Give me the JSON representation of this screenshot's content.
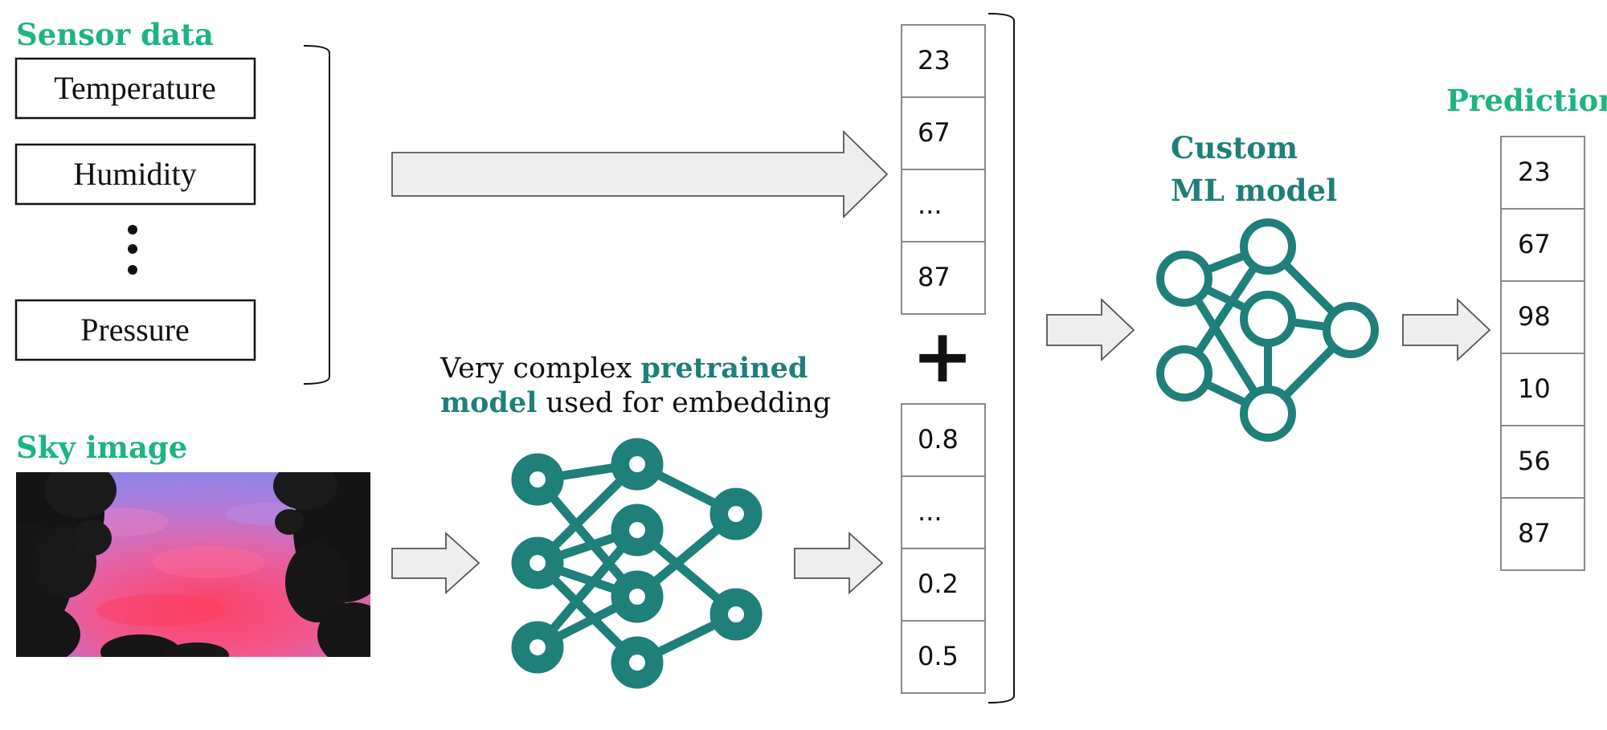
{
  "sensor_section": {
    "title": "Sensor data",
    "items": [
      "Temperature",
      "Humidity",
      "Pressure"
    ]
  },
  "sky_section": {
    "title": "Sky image"
  },
  "pretrained": {
    "caption_line1_plain": "Very complex ",
    "caption_line1_bold": "pretrained",
    "caption_line2_bold": "model",
    "caption_line2_plain": " used for embedding"
  },
  "sensor_vector": [
    "23",
    "67",
    "...",
    "87"
  ],
  "plus_symbol": "+",
  "embedding_vector": [
    "0.8",
    "...",
    "0.2",
    "0.5"
  ],
  "custom_model": {
    "line1": "Custom",
    "line2": "ML model"
  },
  "predictions": {
    "title": "Predictions",
    "values": [
      "23",
      "67",
      "98",
      "10",
      "56",
      "87"
    ]
  },
  "colors": {
    "green_label": "#1db57f",
    "teal": "#1f7f79",
    "arrow_fill": "#eeeeee",
    "arrow_stroke": "#555555",
    "cell_border": "#8a8a8a"
  }
}
